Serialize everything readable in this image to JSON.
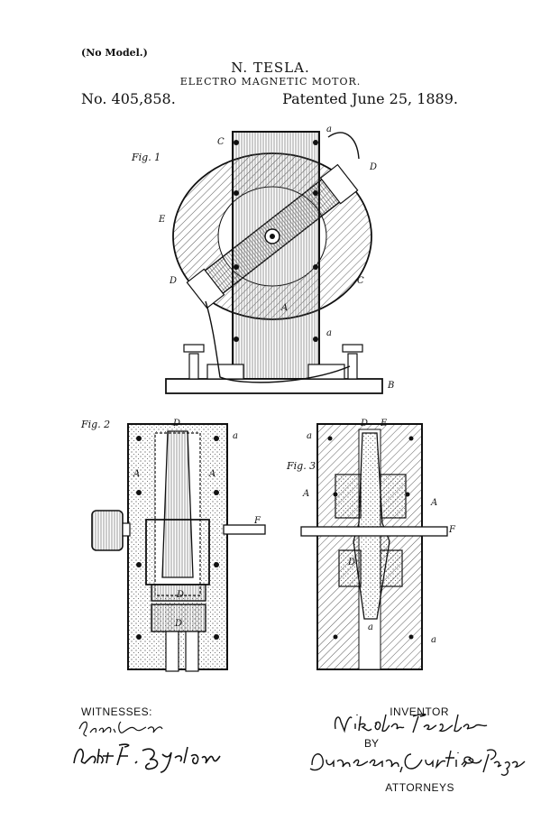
{
  "header": {
    "no_model": "(No Model.)",
    "inventor_name": "N. TESLA.",
    "title": "ELECTRO MAGNETIC MOTOR.",
    "patent_number": "No. 405,858.",
    "patent_date": "Patented June 25, 1889."
  },
  "figures": {
    "fig1": {
      "label": "Fig. 1",
      "callouts": [
        "a",
        "C",
        "D",
        "E",
        "D",
        "C",
        "A",
        "a",
        "B"
      ]
    },
    "fig2": {
      "label": "Fig. 2",
      "callouts": [
        "D",
        "a",
        "A",
        "A",
        "F",
        "D",
        "D"
      ]
    },
    "fig3": {
      "label": "Fig. 3",
      "callouts": [
        "D",
        "E",
        "a",
        "A",
        "A",
        "D",
        "F",
        "a",
        "a"
      ]
    }
  },
  "footer": {
    "witnesses_label": "WITNESSES:",
    "inventor_label": "INVENTOR",
    "by_label": "BY",
    "attorneys_label": "ATTORNEYS",
    "signatures": {
      "witness_1": "Raphael Netter",
      "witness_2": "Robt. F. Gaylord",
      "inventor": "Nikola Tesla",
      "attorneys": "Duncan, Curtis & Page"
    }
  }
}
